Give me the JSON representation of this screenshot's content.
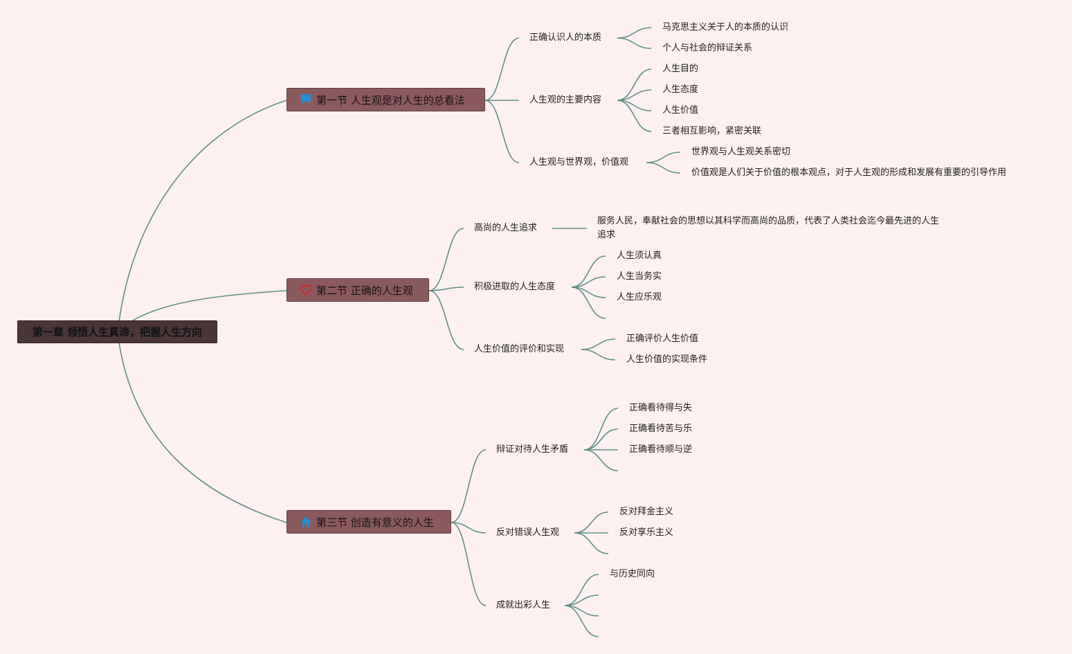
{
  "colors": {
    "background": "#fdf0f0",
    "line": "#5f8f85",
    "root_fill": "#4a3539",
    "section_fill": "#8a5a5f",
    "flag_icon": "#1f8fd6",
    "heart_icon": "#d12a2a",
    "home_icon": "#1f8fd6"
  },
  "root": {
    "label": "第一章 领悟人生真谛，把握人生方向"
  },
  "sections": [
    {
      "label": "第一节 人生观是对人生的总看法",
      "icon": "flag-icon",
      "topics": [
        {
          "label": "正确认识人的本质",
          "children": [
            "马克思主义关于人的本质的认识",
            "个人与社会的辩证关系"
          ]
        },
        {
          "label": "人生观的主要内容",
          "children": [
            "人生目的",
            "人生态度",
            "人生价值",
            "三者相互影响，紧密关联"
          ]
        },
        {
          "label": "人生观与世界观，价值观",
          "children": [
            "世界观与人生观关系密切",
            "价值观是人们关于价值的根本观点，对于人生观的形成和发展有重要的引导作用"
          ]
        }
      ]
    },
    {
      "label": "第二节 正确的人生观",
      "icon": "heart-icon",
      "topics": [
        {
          "label": "高尚的人生追求",
          "children": [
            "服务人民，奉献社会的思想以其科学而高尚的品质，代表了人类社会迄今最先进的人生追求"
          ]
        },
        {
          "label": "积极进取的人生态度",
          "children": [
            "人生须认真",
            "人生当务实",
            "人生应乐观",
            ""
          ]
        },
        {
          "label": "人生价值的评价和实现",
          "children": [
            "正确评价人生价值",
            "人生价值的实现条件"
          ]
        }
      ]
    },
    {
      "label": "第三节 创造有意义的人生",
      "icon": "home-icon",
      "topics": [
        {
          "label": "辩证对待人生矛盾",
          "children": [
            "正确看待得与失",
            "正确看待苦与乐",
            "正确看待顺与逆",
            ""
          ]
        },
        {
          "label": "反对错误人生观",
          "children": [
            "反对拜金主义",
            "反对享乐主义",
            ""
          ]
        },
        {
          "label": "成就出彩人生",
          "children": [
            "与历史同向",
            "",
            "",
            ""
          ]
        }
      ]
    }
  ]
}
